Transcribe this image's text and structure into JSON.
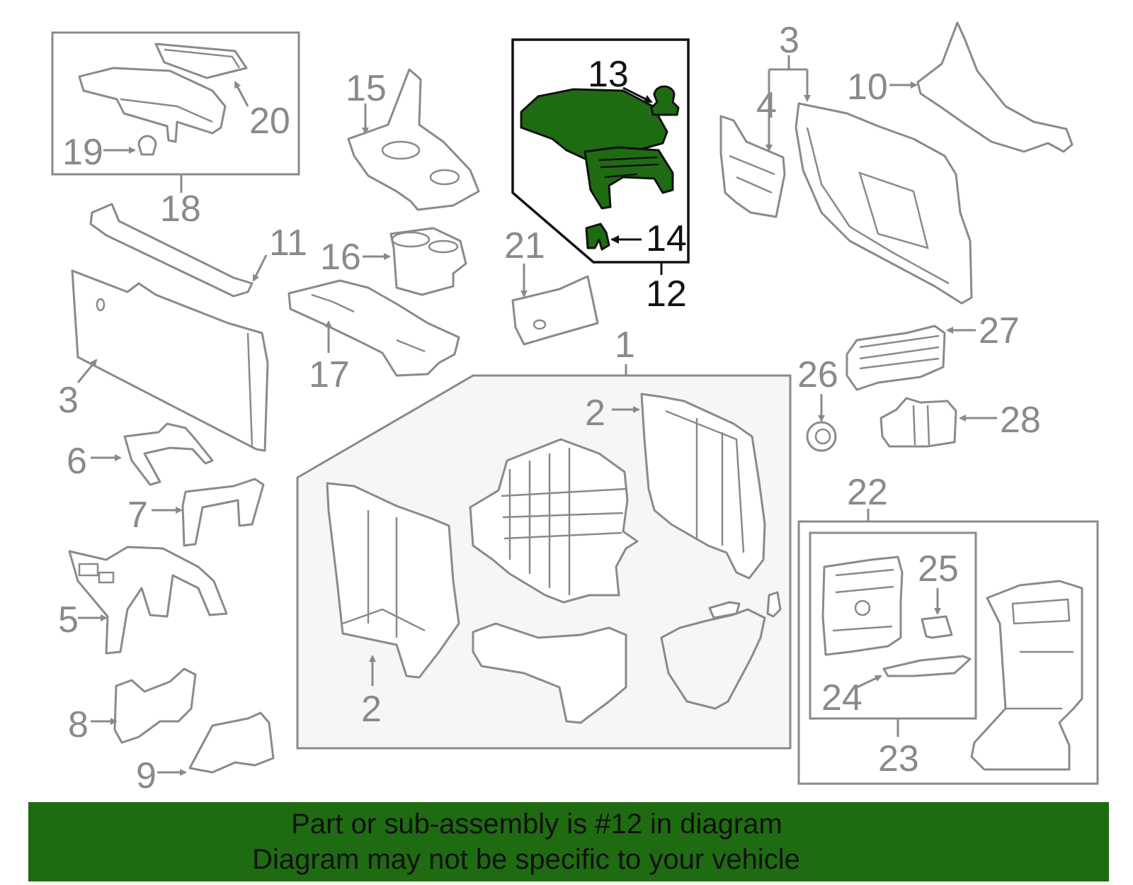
{
  "labels": {
    "c1": "1",
    "c2a": "2",
    "c2b": "2",
    "c3a": "3",
    "c3b": "3",
    "c4": "4",
    "c5": "5",
    "c6": "6",
    "c7": "7",
    "c8": "8",
    "c9": "9",
    "c10": "10",
    "c11": "11",
    "c12": "12",
    "c13": "13",
    "c14": "14",
    "c15": "15",
    "c16": "16",
    "c17": "17",
    "c18": "18",
    "c19": "19",
    "c20": "20",
    "c21": "21",
    "c22": "22",
    "c23": "23",
    "c24": "24",
    "c25": "25",
    "c26": "26",
    "c27": "27",
    "c28": "28"
  },
  "highlight": {
    "part_number": "12",
    "color": "#1f6b12"
  },
  "banner": {
    "line1": "Part or sub-assembly is #12 in diagram",
    "line2": "Diagram may not be specific to your vehicle",
    "background": "#1f6b12"
  }
}
